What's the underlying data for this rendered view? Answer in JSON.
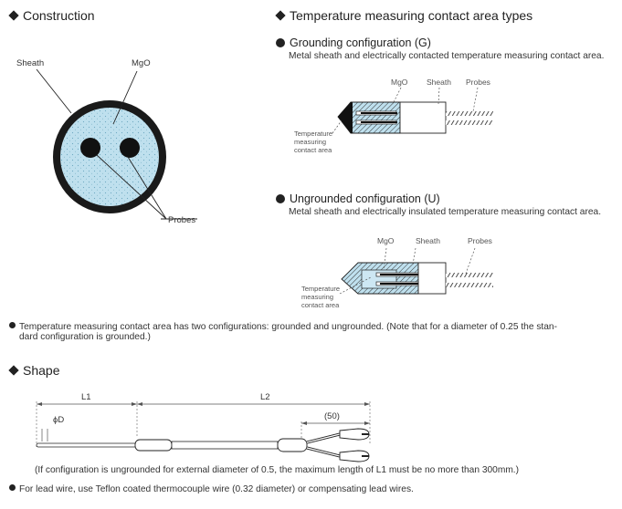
{
  "construction": {
    "heading": "Construction",
    "labels": {
      "sheath": "Sheath",
      "mgo": "MgO",
      "probes": "Probes"
    }
  },
  "types": {
    "heading": "Temperature measuring contact area types",
    "grounded": {
      "title": "Grounding configuration (G)",
      "description": "Metal sheath and electrically contacted temperature measuring contact area.",
      "labels": {
        "mgo": "MgO",
        "sheath": "Sheath",
        "probes": "Probes",
        "contact_area": [
          "Temperature",
          "measuring",
          "contact area"
        ]
      }
    },
    "ungrounded": {
      "title": "Ungrounded configuration (U)",
      "description": "Metal sheath and electrically insulated temperature measuring contact area.",
      "labels": {
        "mgo": "MgO",
        "sheath": "Sheath",
        "probes": "Probes",
        "contact_area": [
          "Temperature",
          "measuring",
          "contact area"
        ]
      }
    }
  },
  "config_note": {
    "line1": "Temperature measuring contact area has two configurations: grounded and ungrounded. (Note that for a diameter of 0.25 the stan-",
    "line2": "dard configuration is grounded.)"
  },
  "shape": {
    "heading": "Shape",
    "labels": {
      "l1": "L1",
      "l2": "L2",
      "diameter": "ϕD",
      "fifty": "(50)"
    },
    "note_max_length": "(If configuration is ungrounded for external diameter of 0.5, the maximum length of L1 must be no more than 300mm.)",
    "note_lead_wire": "For lead wire, use Teflon coated thermocouple wire (0.32 diameter) or compensating lead wires."
  },
  "colors": {
    "mgo_fill": "#bfe0ee",
    "sheath": "#1a1a1a",
    "text": "#222222"
  }
}
